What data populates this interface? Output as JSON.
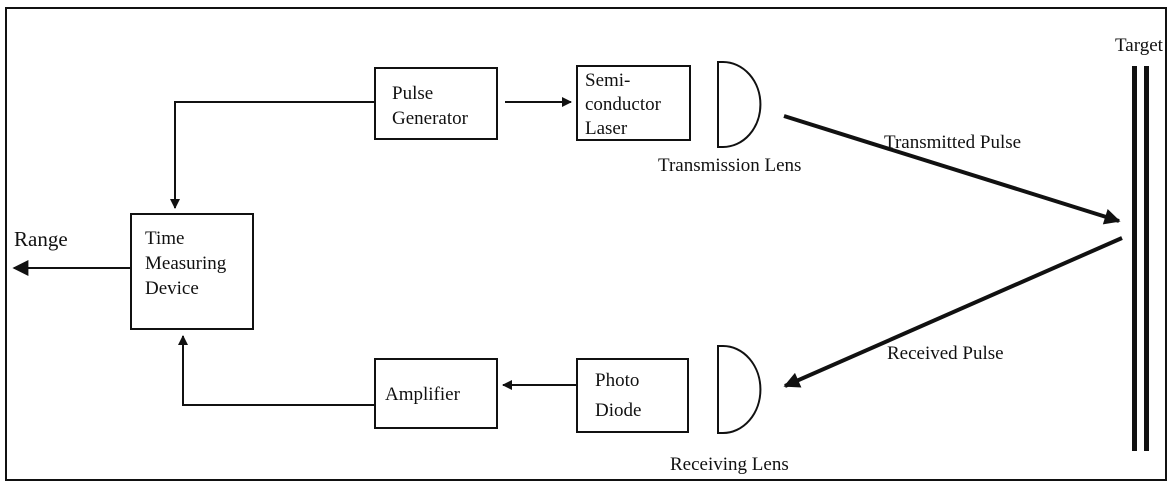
{
  "blocks": {
    "pulse_generator": [
      "Pulse",
      "Generator"
    ],
    "laser": [
      "Semi-",
      "conductor",
      "Laser"
    ],
    "time_device": [
      "Time",
      "Measuring",
      "Device"
    ],
    "amplifier": [
      "Amplifier"
    ],
    "photo_diode": [
      "Photo",
      "Diode"
    ]
  },
  "labels": {
    "target": "Target",
    "transmission_lens": "Transmission Lens",
    "receiving_lens": "Receiving Lens",
    "transmitted_pulse": "Transmitted Pulse",
    "received_pulse": "Received Pulse",
    "range": "Range"
  },
  "colors": {
    "stroke": "#111111",
    "background": "#ffffff"
  }
}
